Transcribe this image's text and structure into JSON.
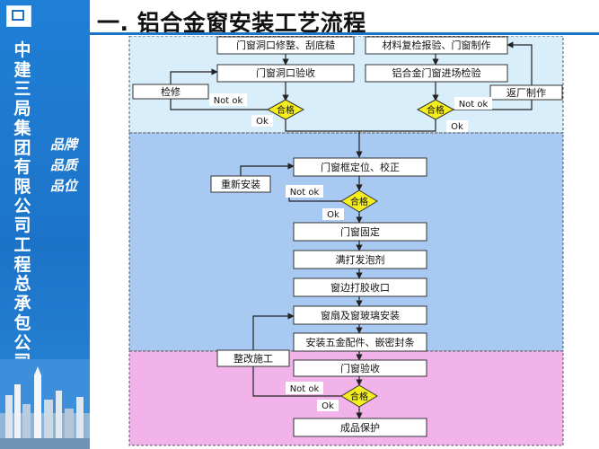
{
  "sidebar": {
    "company_name": "中\n建\n三\n局\n集\n团\n有\n限\n公\n司\n工\n程\n总\n承\n包\n公\n司",
    "slogans": "品牌\n品质\n品位"
  },
  "header": {
    "title": "一. 铝合金窗安装工艺流程"
  },
  "diagram": {
    "steps": {
      "s1": "门窗洞口修整、刮底糙",
      "s2": "门窗洞口验收",
      "s3": "材料复检报验、门窗制作",
      "s4": "铝合金门窗进场检验",
      "s5": "门窗框定位、校正",
      "s6": "门窗固定",
      "s7": "满打发泡剂",
      "s8": "窗边打胶收口",
      "s9": "窗扇及窗玻璃安装",
      "s10": "安装五金配件、嵌密封条",
      "s11": "门窗验收",
      "s12": "成品保护"
    },
    "rework": {
      "r1": "检修",
      "r2": "返厂制作",
      "r3": "重新安装",
      "r4": "整改施工"
    },
    "decision_label": "合格",
    "ok_label": "Ok",
    "not_ok_label": "Not ok"
  },
  "colors": {
    "zone1": "#d8eefb",
    "zone2": "#a7c9f2",
    "zone3": "#f2b3ea",
    "diamond": "#f5ee1e",
    "sidebar": "#1c74c9"
  }
}
